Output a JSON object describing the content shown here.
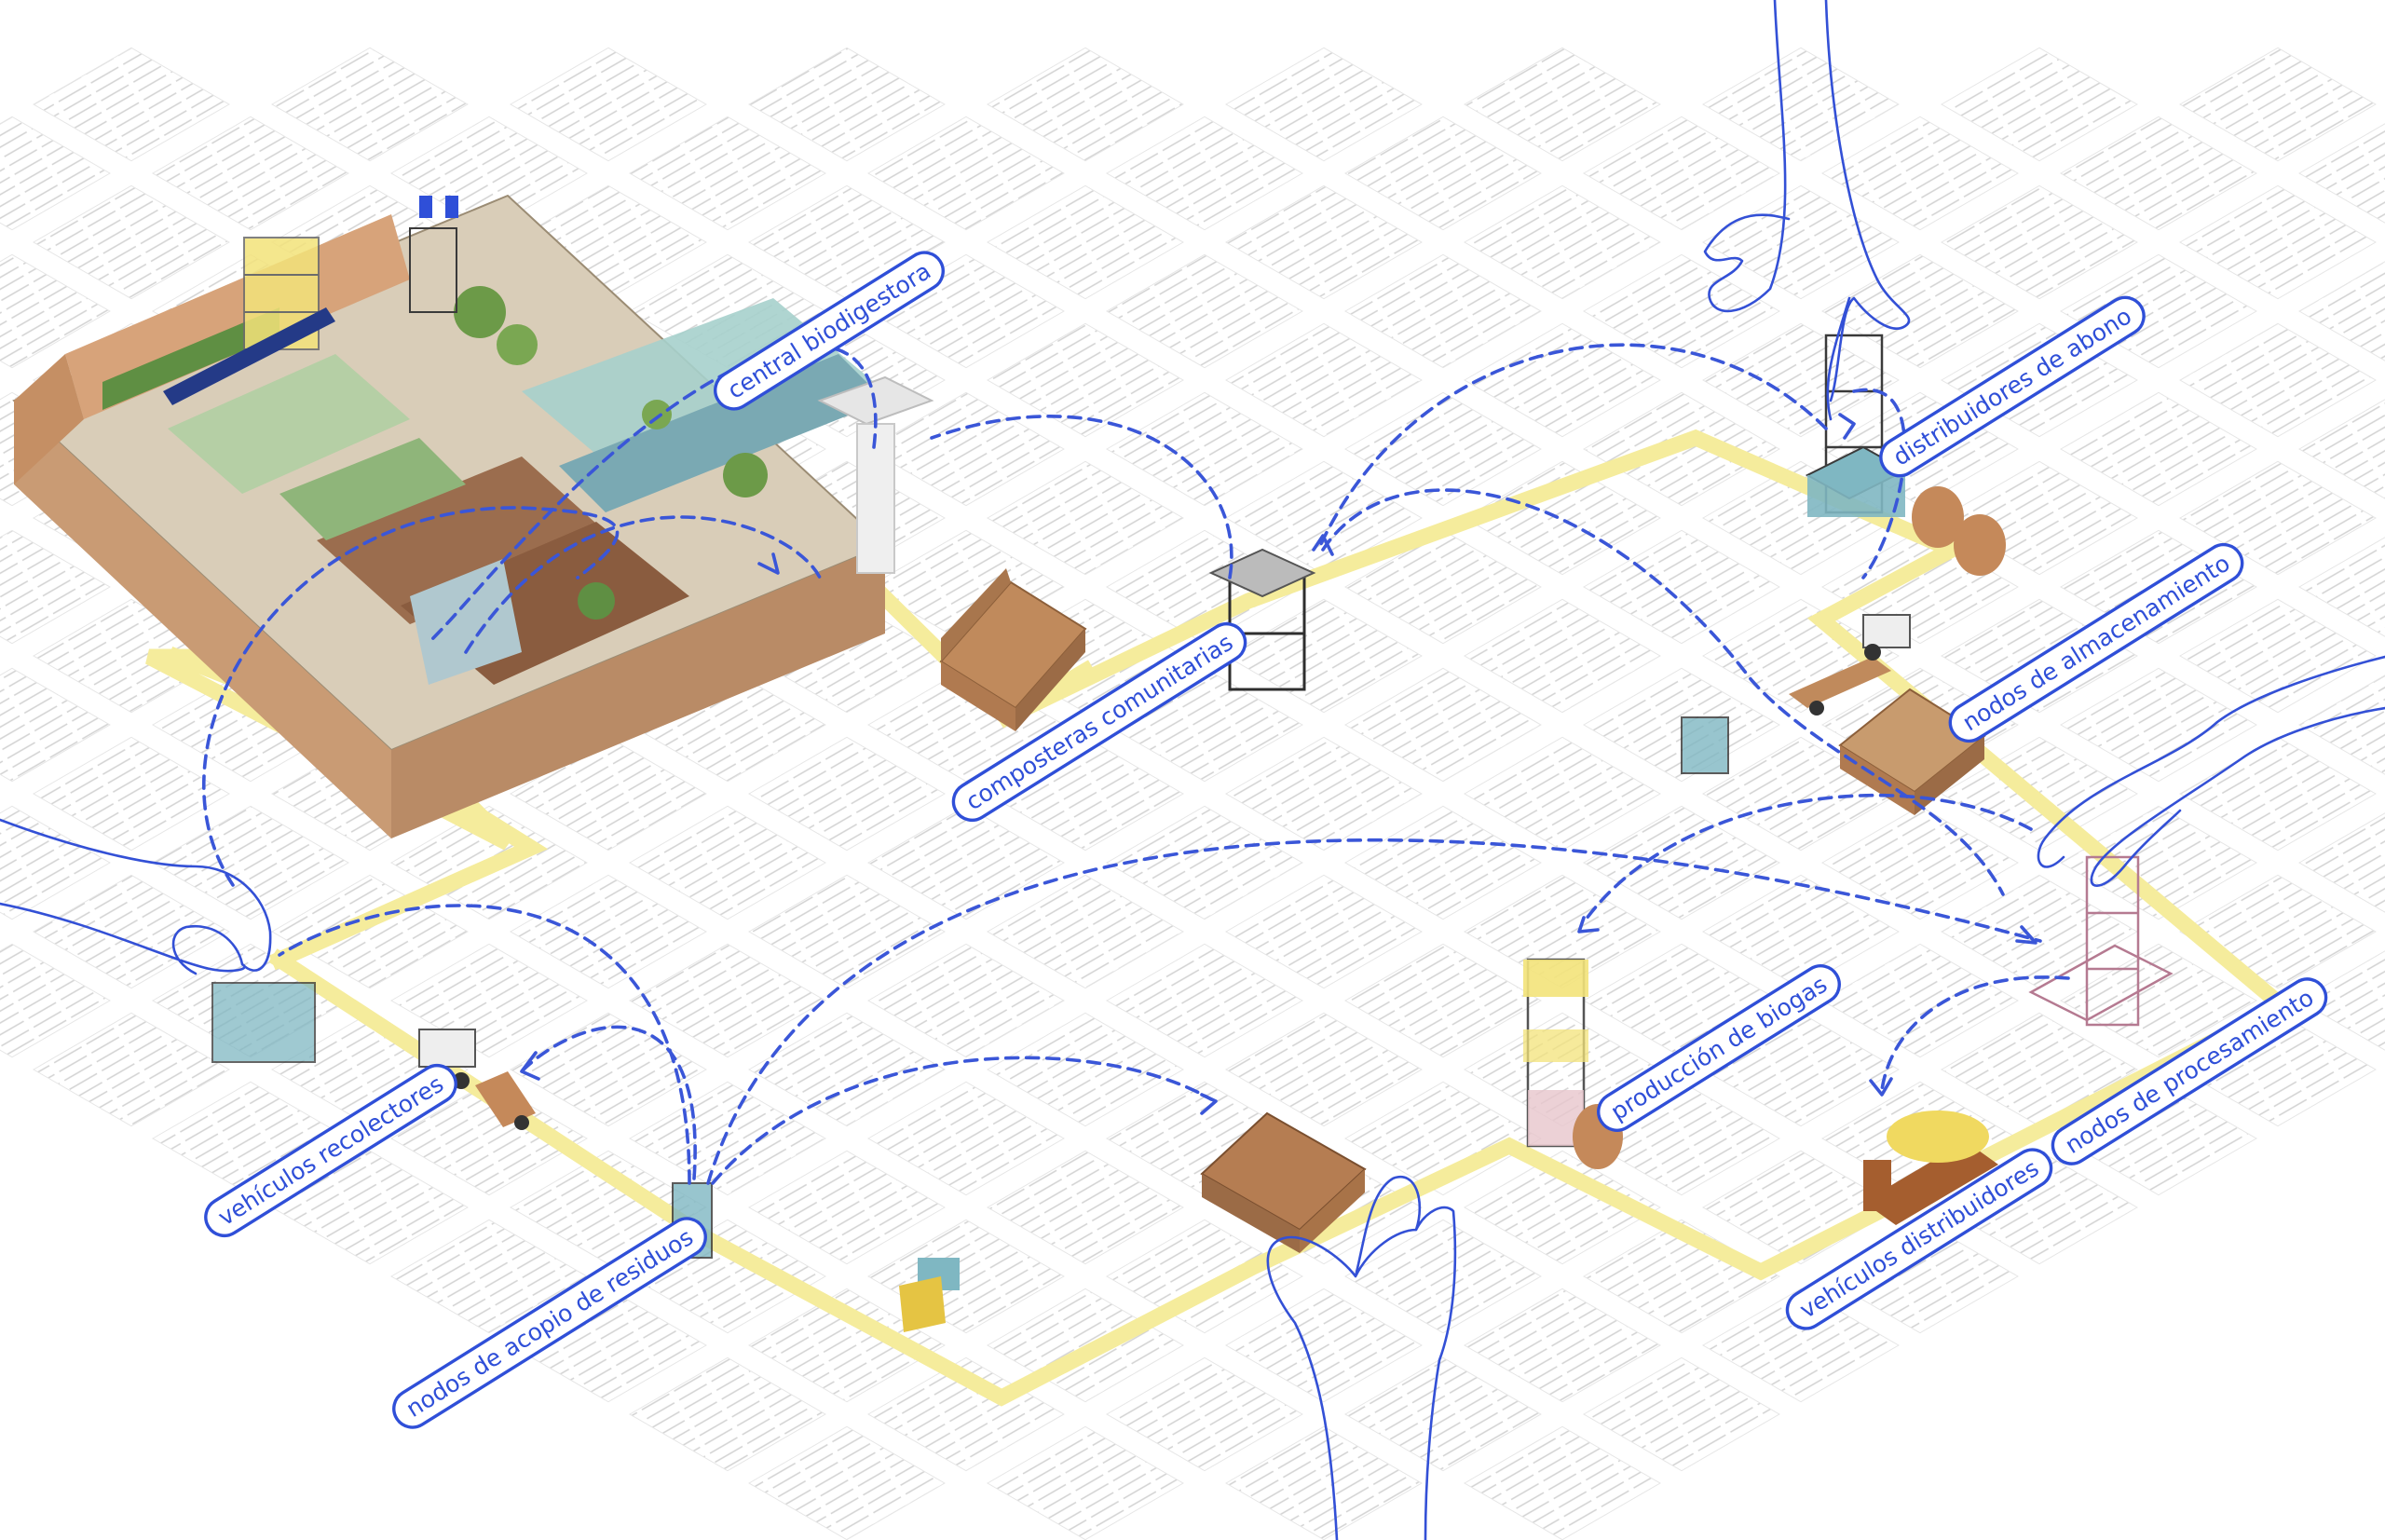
{
  "diagram": {
    "labels": [
      {
        "id": "central",
        "text": "central biodigestora"
      },
      {
        "id": "composteras",
        "text": "composteras comunitarias"
      },
      {
        "id": "distribuidores",
        "text": "distribuidores de abono"
      },
      {
        "id": "almacenamiento",
        "text": "nodos de almacenamiento"
      },
      {
        "id": "biogas",
        "text": "producción de biogas"
      },
      {
        "id": "procesamiento",
        "text": "nodos de procesamiento"
      },
      {
        "id": "vehiculos_dist",
        "text": "vehículos distribuidores"
      },
      {
        "id": "recolectores",
        "text": "vehículos recolectores"
      },
      {
        "id": "acopio",
        "text": "nodos de acopio de residuos"
      }
    ],
    "colors": {
      "accent_blue": "#2f4fd8",
      "route_yellow": "#f5ec9c",
      "block_line": "#d6d6d6",
      "wood": "#c08a5c",
      "glass": "#7fb7c2"
    },
    "icons": [
      "hand-icon",
      "dashed-arrow-icon",
      "barn-icon",
      "scaffold-tower-icon",
      "tank-icon",
      "truck-icon",
      "tractor-icon",
      "biodigester-plant-icon"
    ]
  }
}
